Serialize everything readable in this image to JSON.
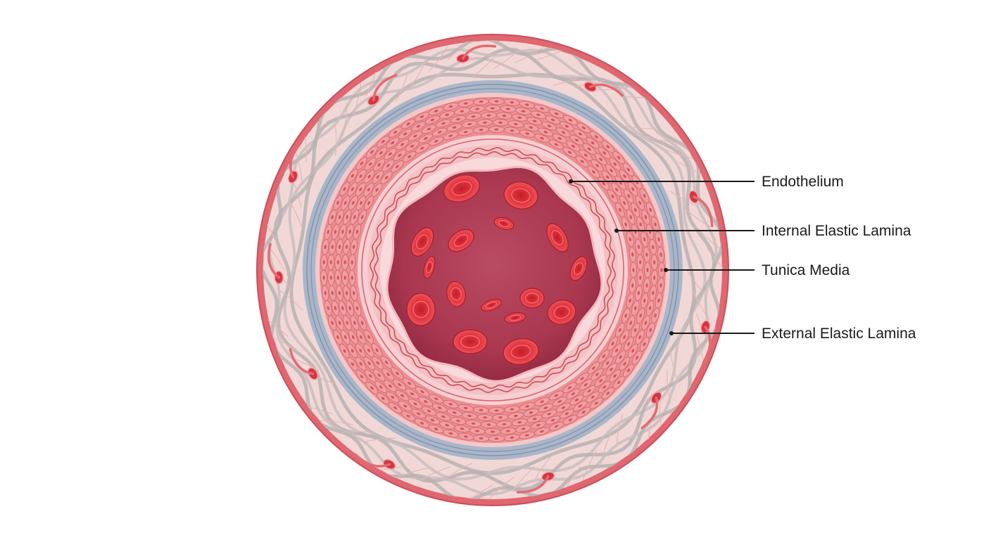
{
  "diagram": {
    "labels": [
      {
        "id": "endothelium",
        "text": "Endothelium"
      },
      {
        "id": "internal-elastic-lamina",
        "text": "Internal Elastic Lamina"
      },
      {
        "id": "tunica-media",
        "text": "Tunica Media"
      },
      {
        "id": "external-elastic-lamina",
        "text": "External Elastic Lamina"
      }
    ]
  },
  "colors": {
    "outer_border": "#e06670",
    "adventitia": "#f1d8d6",
    "elastic_band": "#a9b6c9",
    "media": "#ec8f92",
    "intima": "#f6cfd2",
    "lumen": "#b13a55",
    "blood_cell": "#e2353f",
    "fiber": "#b9b2b2"
  }
}
